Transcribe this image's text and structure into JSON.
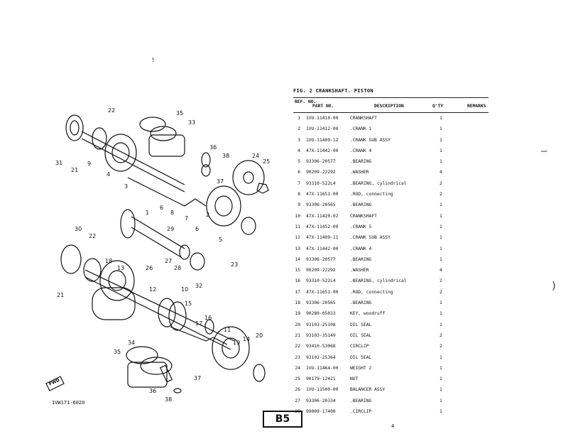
{
  "figure": {
    "title": "FIG.  2  CRANKSHAFT. PISTON"
  },
  "table": {
    "headers": {
      "ref_no": "REF. NO.",
      "part_no": "PART NO.",
      "description": "DESCRIPTION",
      "qty": "Q'TY",
      "remarks": "REMARKS"
    },
    "rows": [
      {
        "no": "1",
        "part": "1VU-11410-00",
        "desc": "CRANKSHAFT",
        "qty": "1"
      },
      {
        "no": "2",
        "part": "1VU-11412-00",
        "desc": ".CRANK 1",
        "qty": "1"
      },
      {
        "no": "3",
        "part": "1VU-11409-12",
        "desc": ".CRANK SUB ASSY",
        "qty": "1"
      },
      {
        "no": "4",
        "part": "47X-11442-00",
        "desc": ".CRANK 4",
        "qty": "1"
      },
      {
        "no": "5",
        "part": "93306-20577",
        "desc": ".BEARING",
        "qty": "1"
      },
      {
        "no": "6",
        "part": "90209-22292",
        "desc": ".WASHER",
        "qty": "4"
      },
      {
        "no": "7",
        "part": "93310-522L4",
        "desc": ".BEARING, cylindrical",
        "qty": "2"
      },
      {
        "no": "8",
        "part": "47X-11651-00",
        "desc": ".ROD, connecting",
        "qty": "2"
      },
      {
        "no": "9",
        "part": "93306-20565",
        "desc": ".BEARING",
        "qty": "1"
      },
      {
        "no": "10",
        "part": "47X-11420-02",
        "desc": "CRANKSHAFT",
        "qty": "1"
      },
      {
        "no": "11",
        "part": "47X-11452-00",
        "desc": ".CRANK 5",
        "qty": "1"
      },
      {
        "no": "12",
        "part": "47X-11409-11",
        "desc": ".CRANK SUB ASSY",
        "qty": "1"
      },
      {
        "no": "13",
        "part": "47X-11442-00",
        "desc": ".CRANK 4",
        "qty": "1"
      },
      {
        "no": "14",
        "part": "93306-20577",
        "desc": ".BEARING",
        "qty": "1"
      },
      {
        "no": "15",
        "part": "90209-22292",
        "desc": ".WASHER",
        "qty": "4"
      },
      {
        "no": "16",
        "part": "93310-522L4",
        "desc": ".BEARING, cylindrical",
        "qty": "2"
      },
      {
        "no": "17",
        "part": "47X-11651-00",
        "desc": ".ROD, connecting",
        "qty": "2"
      },
      {
        "no": "18",
        "part": "93306-20565",
        "desc": ".BEARING",
        "qty": "1"
      },
      {
        "no": "19",
        "part": "90280-05033",
        "desc": "KEY, woodruff",
        "qty": "1"
      },
      {
        "no": "20",
        "part": "93103-25108",
        "desc": "OIL SEAL",
        "qty": "1"
      },
      {
        "no": "21",
        "part": "93103-35149",
        "desc": "OIL SEAL",
        "qty": "2"
      },
      {
        "no": "22",
        "part": "93410-53068",
        "desc": "CIRCLIP",
        "qty": "2"
      },
      {
        "no": "23",
        "part": "93102-25364",
        "desc": "OIL SEAL",
        "qty": "1"
      },
      {
        "no": "24",
        "part": "1VU-11464-00",
        "desc": "WEIGHT 2",
        "qty": "1"
      },
      {
        "no": "25",
        "part": "90179-12421",
        "desc": "NUT",
        "qty": "1"
      },
      {
        "no": "26",
        "part": "1VU-11500-00",
        "desc": "BALANCER ASSY",
        "qty": "1"
      },
      {
        "no": "27",
        "part": "93306-20334",
        "desc": ".BEARING",
        "qty": "1"
      },
      {
        "no": "28",
        "part": "99009-17400",
        "desc": ".CIRCLIP",
        "qty": "1"
      }
    ]
  },
  "diagram": {
    "callouts": [
      "22",
      "35",
      "33",
      "31",
      "21",
      "9",
      "4",
      "3",
      "36",
      "38",
      "37",
      "24",
      "25",
      "1",
      "2",
      "5",
      "6",
      "7",
      "8",
      "29",
      "30",
      "26",
      "27",
      "28",
      "32",
      "23",
      "18",
      "13",
      "12",
      "10",
      "15",
      "16",
      "17",
      "11",
      "14",
      "19",
      "20",
      "34",
      "35",
      "36",
      "37",
      "38",
      "21"
    ],
    "fwd_label": "FWD",
    "code": "1VW171-6020"
  },
  "page_badge": "B5",
  "page_number": "4",
  "stray_mark": "!"
}
